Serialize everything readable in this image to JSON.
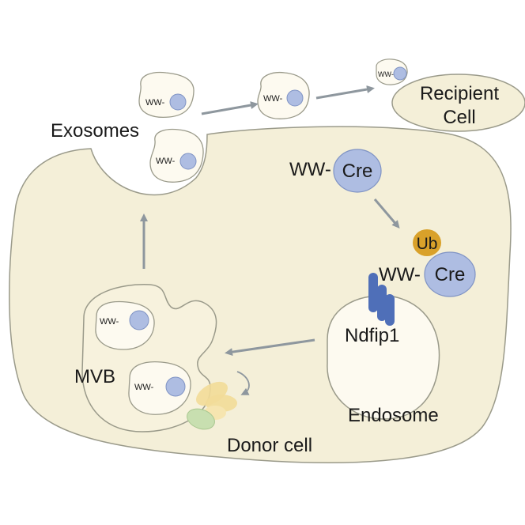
{
  "labels": {
    "exosomes": "Exosomes",
    "recipient_line1": "Recipient",
    "recipient_line2": "Cell",
    "ww_cre_prefix": "WW-",
    "cre": "Cre",
    "ub": "Ub",
    "ndfip1": "Ndfip1",
    "endosome": "Endosome",
    "mvb": "MVB",
    "donor_cell": "Donor cell",
    "ww_small": "WW-"
  },
  "colors": {
    "cell_fill": "#f4efd8",
    "cell_stroke": "#9a9a8a",
    "vesicle_fill": "#fdfaf0",
    "cre_blue": "#aebde2",
    "cre_stroke": "#7f93c4",
    "ub_gold": "#d9a12a",
    "ndfip_blue": "#4f6fb8",
    "arrow_gray": "#8e979e",
    "golgi_yellow": "#f2dc98",
    "er_green": "#c8dfb0"
  }
}
